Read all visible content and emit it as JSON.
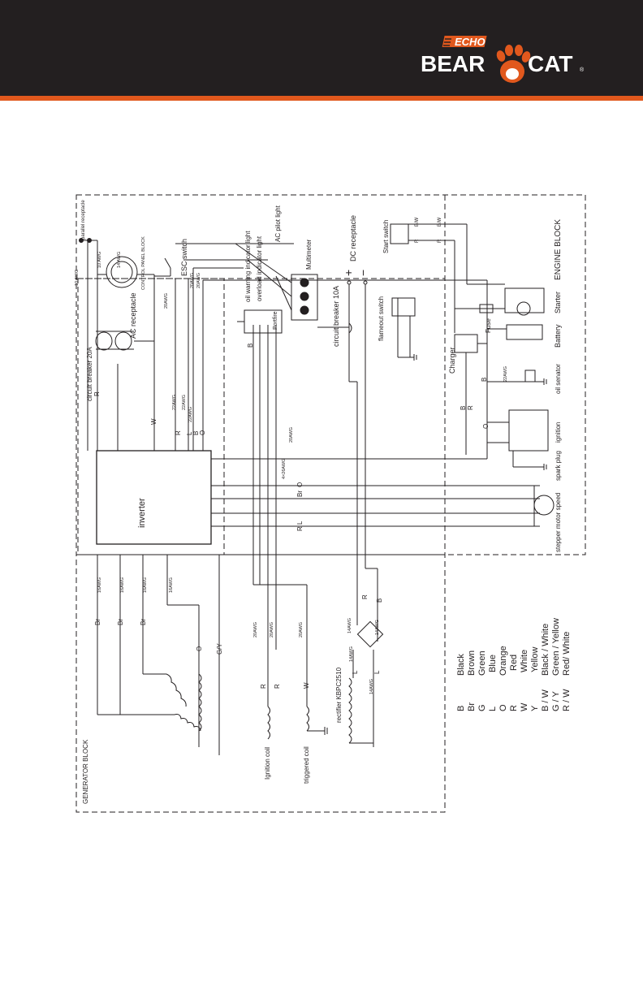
{
  "brand": {
    "echo": "ECHO",
    "bear": "BEAR",
    "cat": "CAT",
    "reg": "®",
    "colors": {
      "header_bg": "#231f20",
      "accent": "#e1581d",
      "logo_fg": "#ffffff"
    }
  },
  "diagram": {
    "blocks": {
      "control_panel": "CONTROL PANEL BLOCK",
      "engine": "ENGINE BLOCK",
      "generator": "GENERATOR BLOCK"
    },
    "components": {
      "parallel_receptacle": "parallel receptacle",
      "circuit_breaker_20a": "circuit breaker 20A",
      "ac_receptacle": "AC receptacle",
      "esc_switch": "ESC switch",
      "portfire": "Portfire",
      "multimeter": "Multimeter",
      "oil_warning_light": "oil warning indicator light",
      "overload_light": "overload indicator light",
      "ac_pilot_light": "AC pilot light",
      "dc_receptacle": "DC receptacle",
      "circuit_breaker_10a": "circuit breaker 10A",
      "flameout_switch": "flameout switch",
      "start_switch": "Start switch",
      "charger": "Charger",
      "fuse": "Fuse",
      "starter": "Starter",
      "battery": "Battery",
      "oil_sensor": "oil senator",
      "ignition": "ignition",
      "spark_plug": "spark plug",
      "stepper_motor": "stepper motor speed",
      "inverter": "inverter",
      "ignition_coil": "Ignition coil",
      "triggered_coil": "triggered coil",
      "rectifier": "rectifier KBPC2510"
    },
    "wire_labels": {
      "w_10awg_a": "10 AWG",
      "w_10awg_b": "10 AWG",
      "w_14awg": "14 AWG",
      "w_16awg_a": "16AWG",
      "w_16awg_b": "16AWG",
      "w_16awg_c": "16AWG",
      "w_16awg_d": "16AWG",
      "w_4x26": "4×26AWG",
      "w_20awg_a": "20AWG",
      "w_20awg_b": "20AWG",
      "w_20awg_c": "20AWG",
      "w_20awg_d": "20AWG",
      "w_20awg_e": "20AWG",
      "w_20awg_f": "20AWG",
      "w_22awg_a": "22AWG",
      "w_22awg_b": "22AWG",
      "w_22awg_c": "22AWG",
      "w_14awg_b": "14AWG",
      "w_14awg_c": "14AWG",
      "w_14awg_d": "14AWG",
      "w_14awg_e": "14AWG",
      "w_20awg_g": "20AWG",
      "w_22awg_d": "22AWG"
    },
    "wire_codes": {
      "r": "R",
      "w": "W",
      "l": "L",
      "b": "B",
      "o": "O",
      "br": "Br",
      "g": "G",
      "gy": "G/Y",
      "bw": "B/W",
      "rw": "R/W",
      "plus": "+",
      "minus": "−"
    }
  },
  "legend": [
    {
      "code": "B",
      "color": "Black"
    },
    {
      "code": "Br",
      "color": "Brown"
    },
    {
      "code": "G",
      "color": "Green"
    },
    {
      "code": "L",
      "color": "Blue"
    },
    {
      "code": "O",
      "color": "Orange"
    },
    {
      "code": "R",
      "color": "Red"
    },
    {
      "code": "W",
      "color": "White"
    },
    {
      "code": "Y",
      "color": "Yellow"
    },
    {
      "code": "B / W",
      "color": "Black / White"
    },
    {
      "code": "G / Y",
      "color": "Green / Yellow"
    },
    {
      "code": "R / W",
      "color": "Red/ White"
    }
  ]
}
